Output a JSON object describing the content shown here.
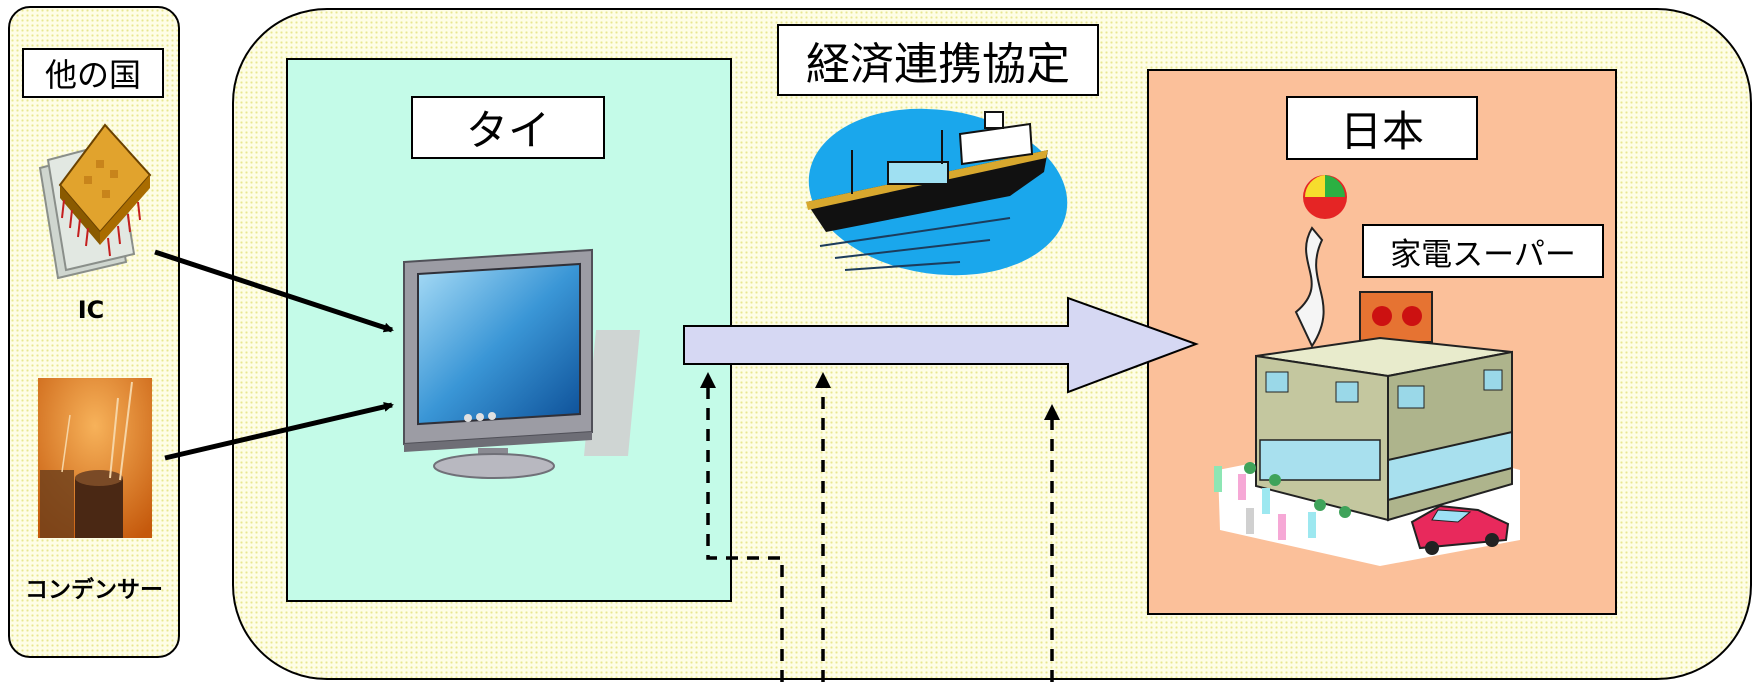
{
  "other_countries": {
    "title": "他の国",
    "items": [
      {
        "label": "IC",
        "icon": "ic-chip-icon"
      },
      {
        "label": "コンデンサー",
        "icon": "capacitor-photo"
      }
    ]
  },
  "agreement": {
    "title": "経済連携協定"
  },
  "thailand": {
    "title": "タイ",
    "product_icon": "monitor-icon"
  },
  "japan": {
    "title": "日本",
    "store_label": "家電スーパー",
    "store_icon": "store-building-icon"
  },
  "colors": {
    "background_dots": "#fefde6",
    "thailand_panel": "#c4fbe8",
    "japan_panel": "#fbc09a",
    "export_arrow": "#d6d8f3",
    "sea": "#1aa7ec"
  }
}
